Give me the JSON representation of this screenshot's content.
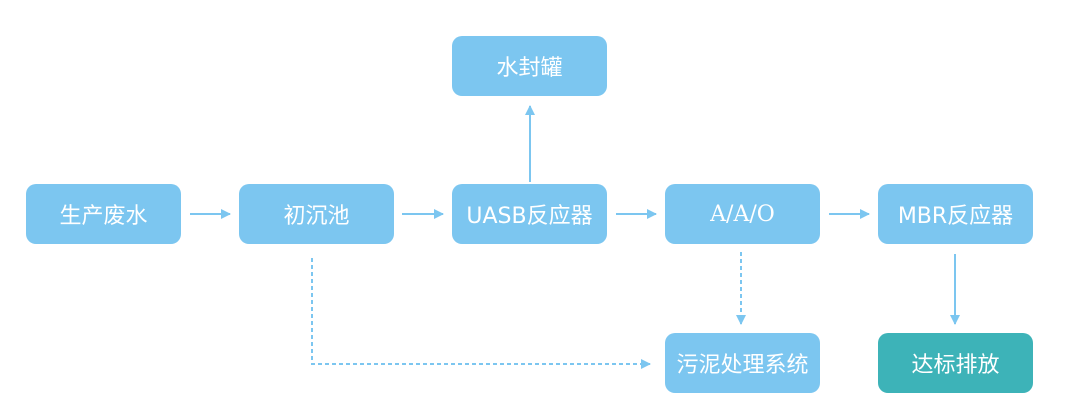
{
  "diagram": {
    "nodes": {
      "production_wastewater": "生产废水",
      "primary_settling": "初沉池",
      "uasb_reactor": "UASB反应器",
      "water_seal_tank": "水封罐",
      "aao": "A/A/O",
      "mbr_reactor": "MBR反应器",
      "sludge_treatment": "污泥处理系统",
      "discharge": "达标排放"
    },
    "edges": [
      {
        "from": "production_wastewater",
        "to": "primary_settling",
        "style": "solid"
      },
      {
        "from": "primary_settling",
        "to": "uasb_reactor",
        "style": "solid"
      },
      {
        "from": "uasb_reactor",
        "to": "aao",
        "style": "solid"
      },
      {
        "from": "uasb_reactor",
        "to": "water_seal_tank",
        "style": "solid"
      },
      {
        "from": "aao",
        "to": "mbr_reactor",
        "style": "solid"
      },
      {
        "from": "mbr_reactor",
        "to": "discharge",
        "style": "solid"
      },
      {
        "from": "aao",
        "to": "sludge_treatment",
        "style": "dashed"
      },
      {
        "from": "primary_settling",
        "to": "sludge_treatment",
        "style": "dashed"
      }
    ],
    "colors": {
      "node_fill": "#7cc6f0",
      "terminal_fill": "#3db3b8",
      "connector": "#7cc6f0",
      "text": "#ffffff"
    }
  }
}
